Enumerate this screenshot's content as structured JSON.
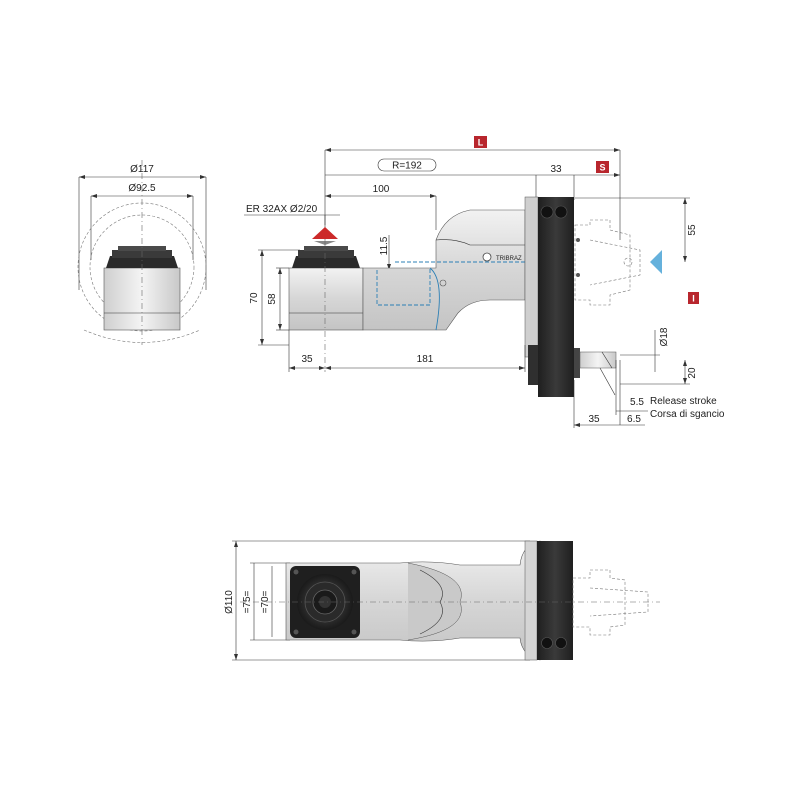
{
  "top_view": {
    "dim_d117": "Ø117",
    "dim_d92": "Ø92.5"
  },
  "side_view": {
    "dim_L_marker": "L",
    "dim_S_marker": "S",
    "dim_I_marker": "I",
    "dim_R": "R=192",
    "dim_33": "33",
    "dim_100": "100",
    "collet_label": "ER 32AX Ø2/20",
    "dim_11_5": "11.5",
    "dim_70": "70",
    "dim_58": "58",
    "dim_35_left": "35",
    "dim_181": "181",
    "dim_55": "55",
    "dim_d18": "Ø18",
    "dim_20": "20",
    "dim_5_5": "5.5",
    "dim_35_right": "35",
    "dim_6_5": "6.5",
    "release_stroke": "Release stroke",
    "corsa_di_sgancio": "Corsa di sgancio",
    "body_logo": "TRIBRAZ"
  },
  "bottom_view": {
    "dim_d110": "Ø110",
    "dim_75": "=75=",
    "dim_70": "=70="
  },
  "colors": {
    "marker_red": "#b8262d",
    "flange_dark": "#2a2a2a",
    "body_light": "#d9d9d9",
    "centerline_blue": "#2b7fb5"
  }
}
